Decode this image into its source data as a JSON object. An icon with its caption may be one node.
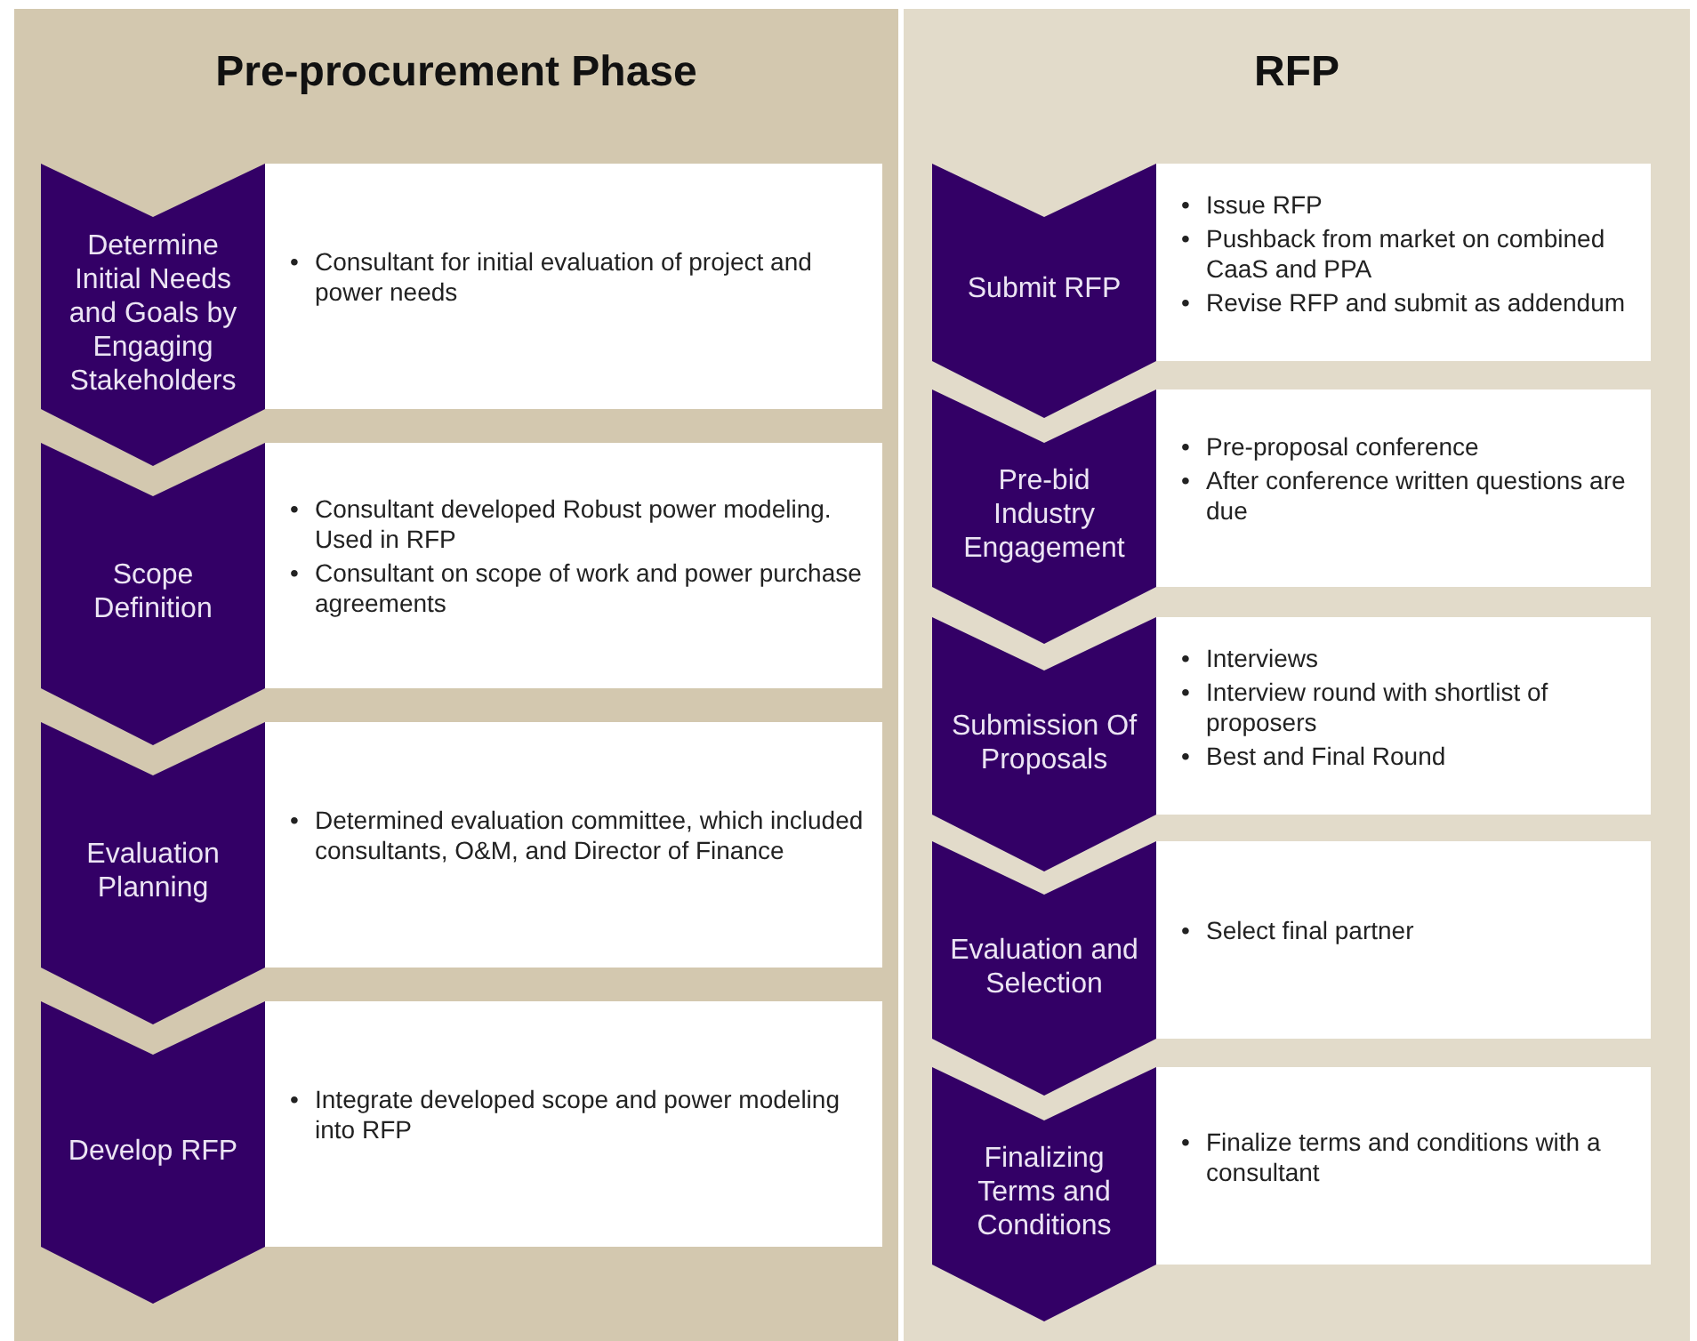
{
  "diagram": {
    "nodes": [
      {
        "text": [
          "Pre-procurement Phase"
        ]
      },
      {
        "text": [
          "Determine Initial Needs and Goals by Engaging Stakeholders"
        ],
        "in": 0
      },
      {
        "text": [
          "• Consultant for initial evaluation of project and power needs"
        ],
        "in": 0
      },
      {
        "text": [
          "Scope Definition"
        ],
        "in": 0
      },
      {
        "text": [
          "• Consultant developed Robust power modeling. Used in RFP",
          "• Consultant on scope of work and power purchase agreements"
        ],
        "in": 0
      },
      {
        "text": [
          "Evaluation Planning"
        ],
        "in": 0
      },
      {
        "text": [
          "• Determined evaluation committee, which included consultants, O&M, and Director of Finance"
        ],
        "in": 0
      },
      {
        "text": [
          "Develop RFP"
        ],
        "in": 0
      },
      {
        "text": [
          "• Integrate developed scope and power modeling into RFP"
        ],
        "in": 0
      },
      {
        "text": [
          "RFP"
        ]
      },
      {
        "text": [
          "Submit RFP"
        ],
        "in": 9
      },
      {
        "text": [
          "• Issue RFP",
          "• Pushback from market on combined CaaS and PPA",
          "• Revise RFP and submit as addendum"
        ],
        "in": 9
      },
      {
        "text": [
          "Pre-bid Industry Engagement"
        ],
        "in": 9
      },
      {
        "text": [
          "• Pre-proposal conference",
          "• After conference written questions are due"
        ],
        "in": 9
      },
      {
        "text": [
          "Submission Of Proposals"
        ],
        "in": 9
      },
      {
        "text": [
          "• Interviews",
          "• Interview round with shortlist of proposers",
          "• Best and Final Round"
        ],
        "in": 9
      },
      {
        "text": [
          "Evaluation and Selection"
        ],
        "in": 9
      },
      {
        "text": [
          "• Select final partner"
        ],
        "in": 9
      },
      {
        "text": [
          "Finalizing Terms and Conditions"
        ],
        "in": 9
      },
      {
        "text": [
          "• Finalize terms and conditions with a consultant"
        ],
        "in": 9
      }
    ]
  }
}
